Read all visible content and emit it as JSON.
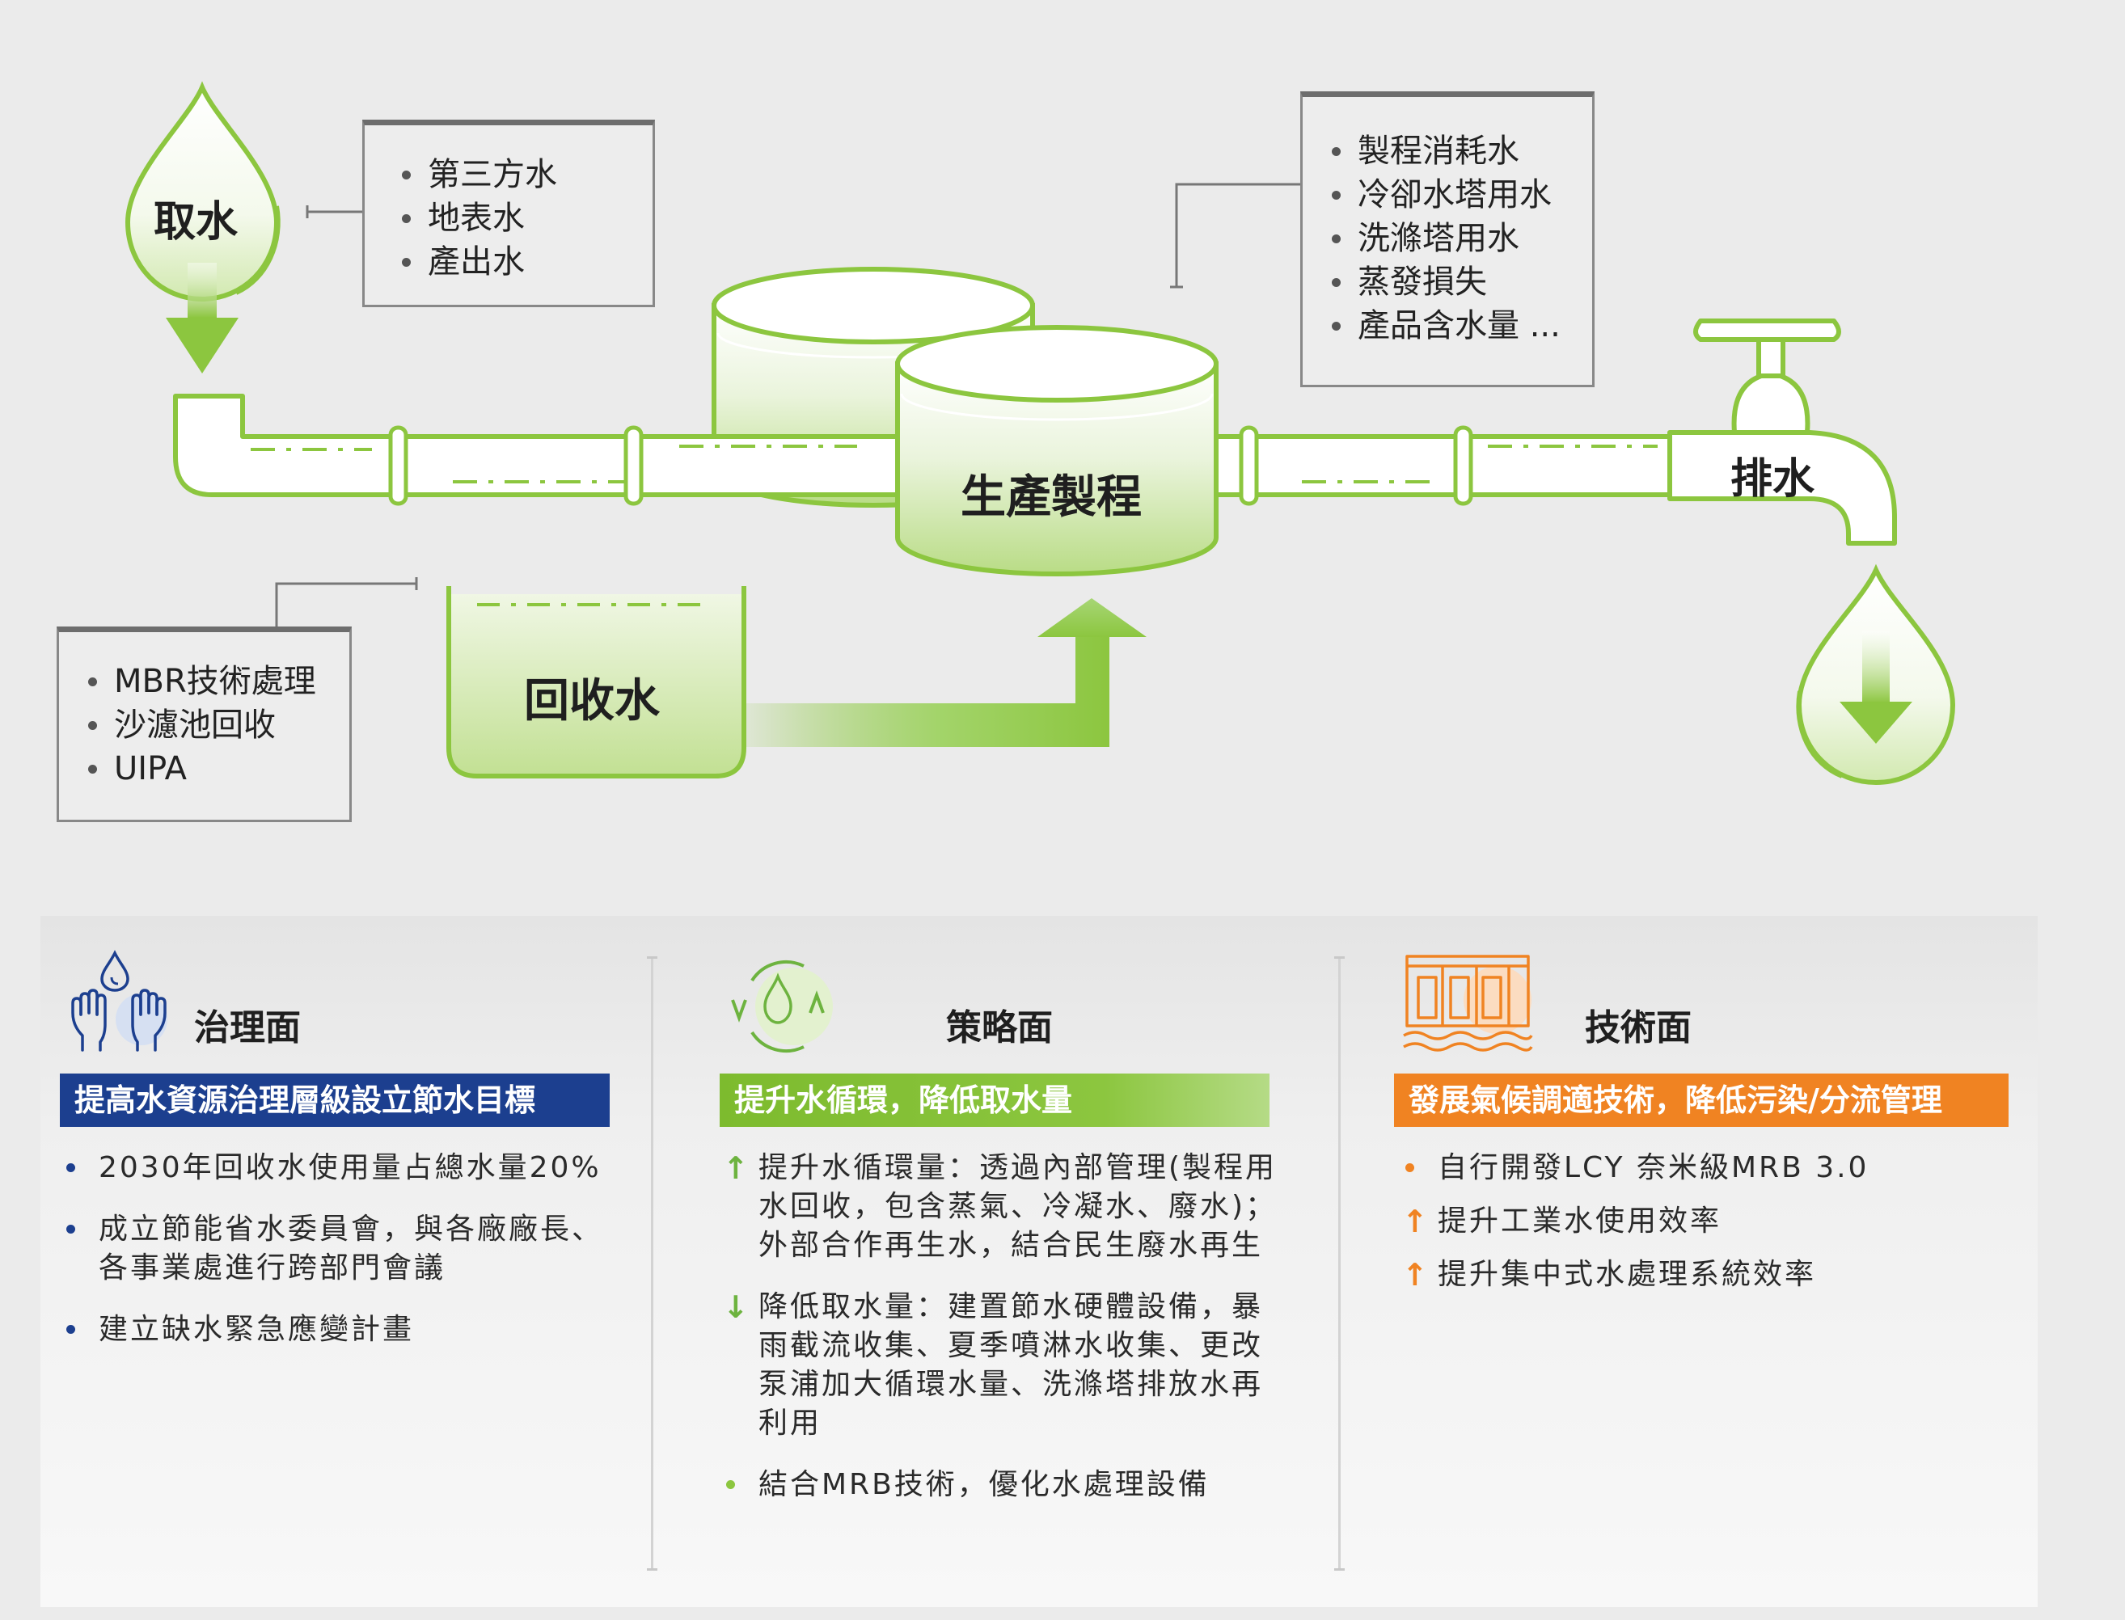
{
  "colors": {
    "green": "#8cc63f",
    "green_dark": "#6db33f",
    "navy": "#1c3f8f",
    "orange": "#f08322",
    "gray_text": "#2a2a2a"
  },
  "diagram": {
    "intake_label": "取水",
    "intake_items": [
      "第三方水",
      "地表水",
      "產出水"
    ],
    "process_label": "生產製程",
    "process_items": [
      "製程消耗水",
      "冷卻水塔用水",
      "洗滌塔用水",
      "蒸發損失",
      "產品含水量 ..."
    ],
    "discharge_label": "排水",
    "recycle_label": "回收水",
    "recycle_items": [
      "MBR技術處理",
      "沙濾池回收",
      "UIPA"
    ]
  },
  "panel": {
    "governance": {
      "title": "治理面",
      "icon": "hands-water-icon",
      "banner": "提高水資源治理層級設立節水目標",
      "items": [
        {
          "marker": "dot",
          "text": "2030年回收水使用量占總水量20%"
        },
        {
          "marker": "dot",
          "text": "成立節能省水委員會，與各廠廠長、各事業處進行跨部門會議"
        },
        {
          "marker": "dot",
          "text": "建立缺水緊急應變計畫"
        }
      ]
    },
    "strategy": {
      "title": "策略面",
      "icon": "water-cycle-icon",
      "banner": "提升水循環，降低取水量",
      "items": [
        {
          "marker": "up",
          "text": "提升水循環量：透過內部管理(製程用水回收，包含蒸氣、冷凝水、廢水)；外部合作再生水，結合民生廢水再生"
        },
        {
          "marker": "down",
          "text": "降低取水量：建置節水硬體設備，暴雨截流收集、夏季噴淋水收集、更改泵浦加大循環水量、洗滌塔排放水再利用"
        },
        {
          "marker": "dot",
          "text": "結合MRB技術，優化水處理設備"
        }
      ]
    },
    "technology": {
      "title": "技術面",
      "icon": "dam-icon",
      "banner": "發展氣候調適技術，降低污染/分流管理",
      "items": [
        {
          "marker": "dot",
          "text": "自行開發LCY 奈米級MRB 3.0"
        },
        {
          "marker": "up",
          "text": "提升工業水使用效率"
        },
        {
          "marker": "up",
          "text": "提升集中式水處理系統效率"
        }
      ]
    }
  }
}
